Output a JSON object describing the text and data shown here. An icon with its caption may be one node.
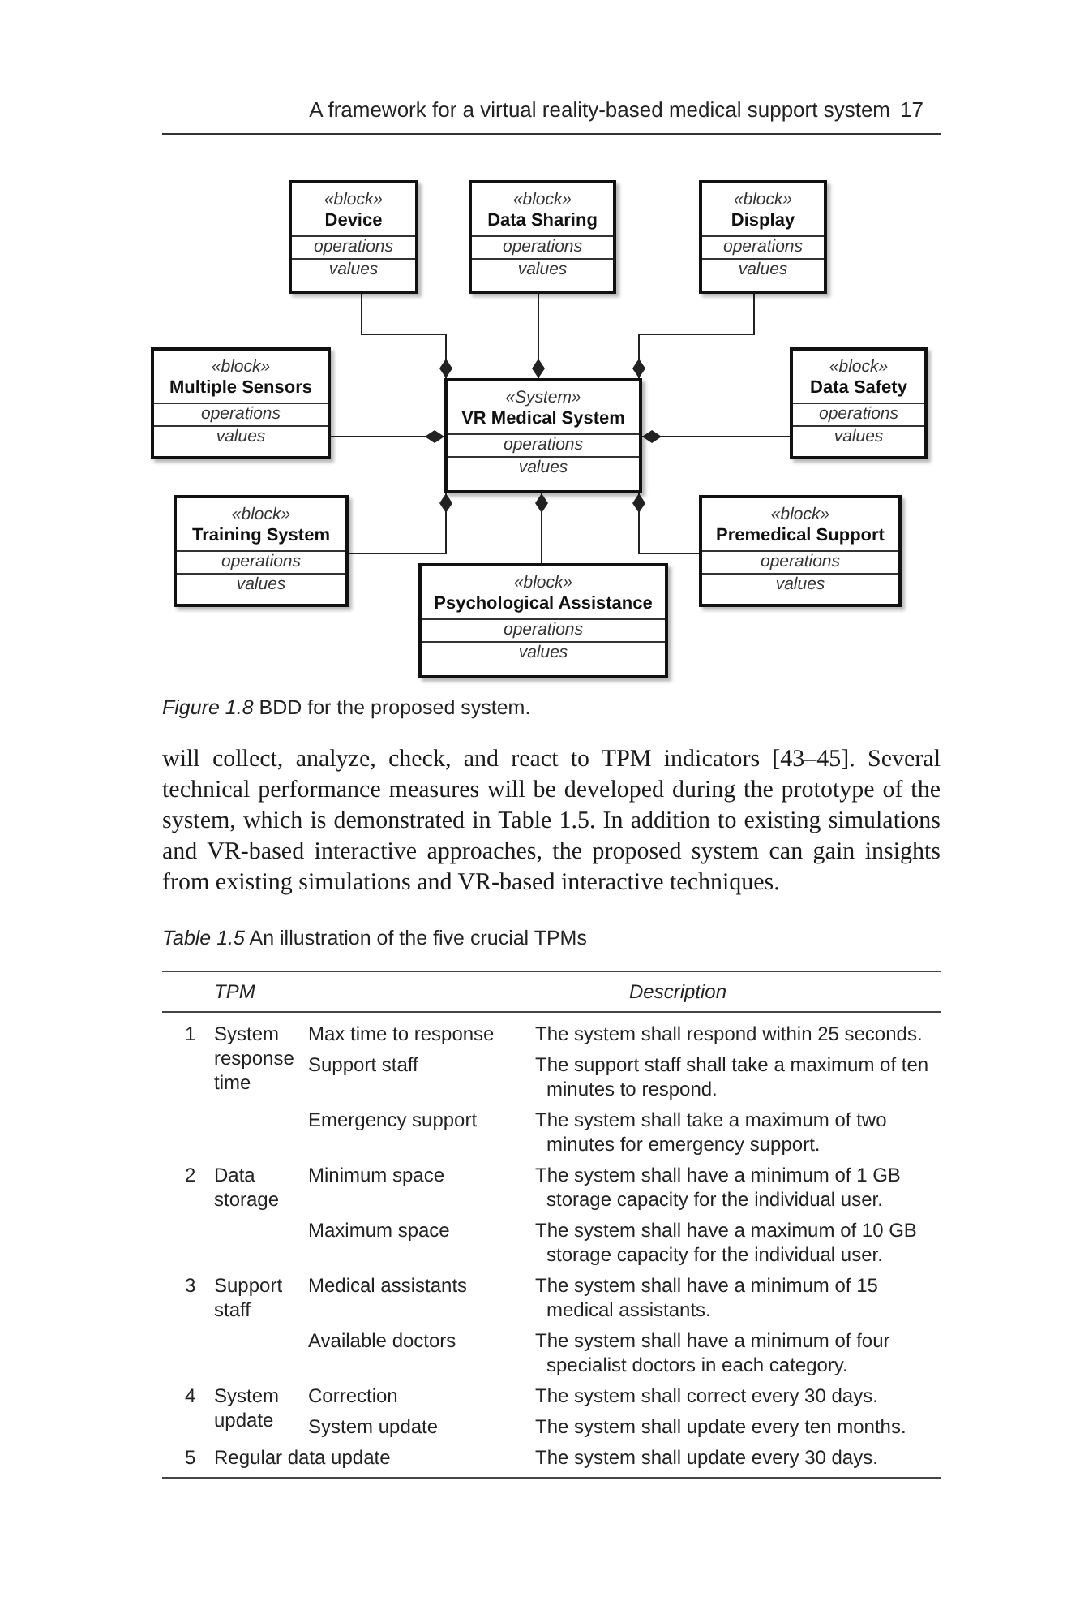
{
  "diagram": {
    "caption": "*Figure 1.8* BDD for the proposed system.",
    "nodes": [
      {
        "text": [
          "«block»",
          "Device",
          "operations",
          "values"
        ]
      },
      {
        "text": [
          "«block»",
          "Data Sharing",
          "operations",
          "values"
        ]
      },
      {
        "text": [
          "«block»",
          "Display",
          "operations",
          "values"
        ]
      },
      {
        "text": [
          "«block»",
          "Multiple Sensors",
          "operations",
          "values"
        ]
      },
      {
        "text": [
          "«System»",
          "VR Medical System",
          "operations",
          "values"
        ]
      },
      {
        "text": [
          "«block»",
          "Data Safety",
          "operations",
          "values"
        ]
      },
      {
        "text": [
          "«block»",
          "Training System",
          "operations",
          "values"
        ]
      },
      {
        "text": [
          "«block»",
          "Premedical Support",
          "operations",
          "values"
        ]
      },
      {
        "text": [
          "«block»",
          "Psychological Assistance",
          "operations",
          "values"
        ]
      }
    ],
    "edges": [
      {
        "from": 0,
        "to": 4,
        "arrow": "other"
      },
      {
        "from": 1,
        "to": 4,
        "arrow": "other"
      },
      {
        "from": 2,
        "to": 4,
        "arrow": "other"
      },
      {
        "from": 3,
        "to": 4,
        "arrow": "other"
      },
      {
        "from": 5,
        "to": 4,
        "arrow": "other"
      },
      {
        "from": 6,
        "to": 4,
        "arrow": "other"
      },
      {
        "from": 7,
        "to": 4,
        "arrow": "other"
      },
      {
        "from": 8,
        "to": 4,
        "arrow": "other"
      }
    ],
    "labels": [
      "A framework for a virtual reality-based medical support system",
      "17",
      "will collect, analyze, check, and react to TPM indicators [43–45]. Several technical performance measures will be developed during the prototype of the system, which is demonstrated in Table 1.5. In addition to existing simulations and VR-based interactive approaches, the proposed system can gain insights from existing simulations and VR-based interactive techniques.",
      "*Table 1.5* An illustration of the five crucial TPMs",
      "TPM",
      "Description",
      "1",
      "System response time",
      "Max time to response",
      "The system shall respond within 25 seconds.",
      "Support staff",
      "The support staff shall take a maximum of ten minutes to respond.",
      "Emergency support",
      "The system shall take a maximum of two minutes for emergency support.",
      "2",
      "Data storage",
      "Minimum space",
      "The system shall have a minimum of 1 GB storage capacity for the individual user.",
      "Maximum space",
      "The system shall have a maximum of 10 GB storage capacity for the individual user.",
      "3",
      "Support staff",
      "Medical assistants",
      "The system shall have a minimum of 15 medical assistants.",
      "Available doctors",
      "The system shall have a minimum of four specialist doctors in each category.",
      "4",
      "System update",
      "Correction",
      "The system shall correct every 30 days.",
      "System update",
      "The system shall update every ten months.",
      "5",
      "Regular data update",
      "The system shall update every 30 days."
    ]
  }
}
